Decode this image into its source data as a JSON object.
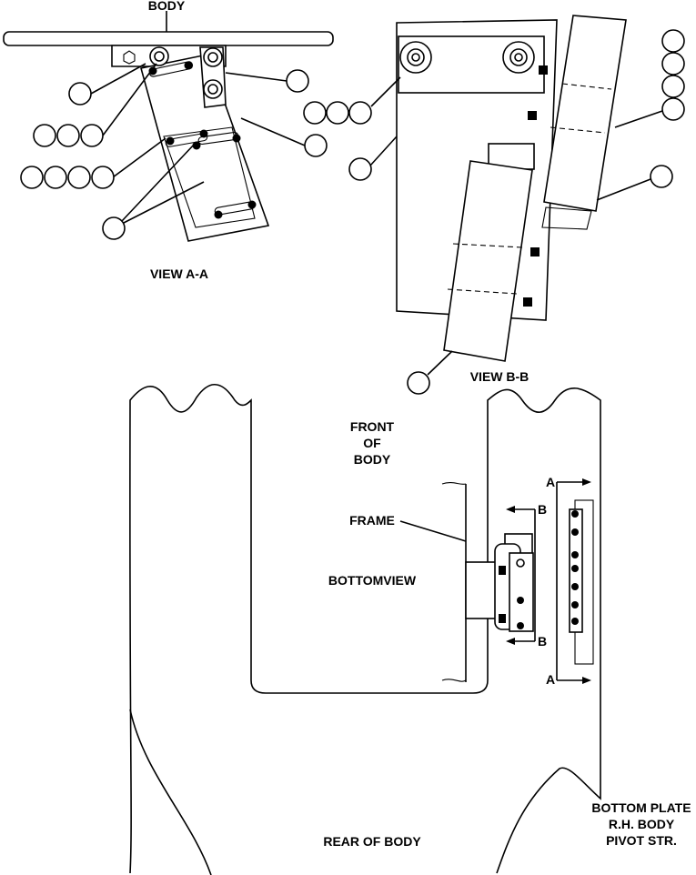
{
  "labels": {
    "body": "BODY",
    "view_aa": "VIEW A-A",
    "view_bb": "VIEW B-B",
    "front_of_body": [
      "FRONT",
      "OF",
      "BODY"
    ],
    "frame": "FRAME",
    "bottom_view": "BOTTOMVIEW",
    "rear_of_body": "REAR OF BODY",
    "bottom_plate": [
      "BOTTOM PLATE",
      "R.H. BODY",
      "PIVOT STR."
    ],
    "section_a": "A",
    "section_b": "B"
  },
  "colors": {
    "line": "#000000",
    "background": "#ffffff"
  }
}
